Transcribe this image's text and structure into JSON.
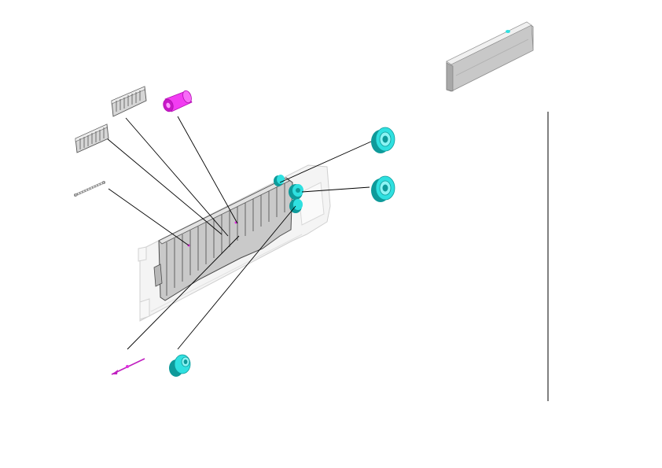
{
  "diagram": {
    "type": "exploded-parts-view",
    "colors": {
      "background": "#ffffff",
      "leader_line": "#000000",
      "plate_fill": "#c9c9c9",
      "plate_stroke": "#4a4a4a",
      "frame_fill": "#f4f4f4",
      "frame_stroke": "#cfcfcf",
      "roller_cyan": "#2fe0e0",
      "roller_cyan_dark": "#0e9a9a",
      "roller_magenta": "#f23cf2",
      "roller_magenta_dark": "#b010b0",
      "shaft_magenta": "#c020c0",
      "cover_fill": "#d9d9d9"
    },
    "parts": [
      {
        "name": "separator-plate-upper",
        "icon": "comb-plate-icon"
      },
      {
        "name": "separator-plate-lower",
        "icon": "comb-plate-icon"
      },
      {
        "name": "roller-magenta",
        "icon": "cylinder-roller-icon"
      },
      {
        "name": "spring",
        "icon": "coil-spring-icon"
      },
      {
        "name": "bearing-right-top",
        "icon": "bearing-icon"
      },
      {
        "name": "bearing-right-bottom",
        "icon": "bearing-icon"
      },
      {
        "name": "bearing-left-bottom",
        "icon": "bearing-icon"
      },
      {
        "name": "shaft-pin",
        "icon": "pin-icon"
      },
      {
        "name": "cover-panel",
        "icon": "cover-panel-icon"
      },
      {
        "name": "guide-assembly",
        "icon": "guide-assembly-icon"
      }
    ]
  }
}
